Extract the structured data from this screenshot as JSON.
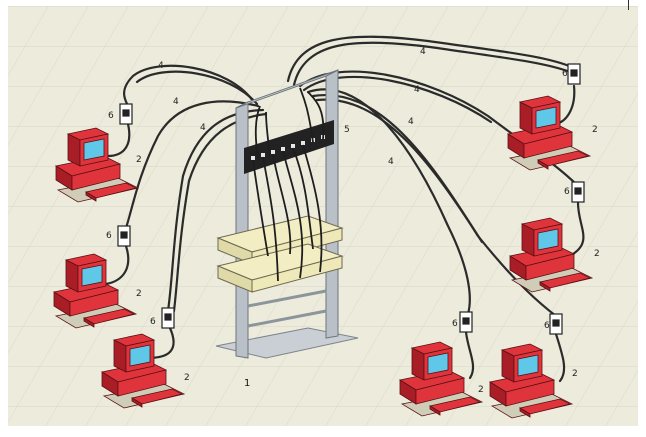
{
  "labels": {
    "rack": "1",
    "cable": "4",
    "outlet": "6",
    "computer": "2",
    "panel": "5"
  },
  "colors": {
    "background": "#ecebdc",
    "grid": "#d9d8c6",
    "computer_body": "#e0343c",
    "computer_shadow": "#a91e26",
    "screen": "#5fc8e8",
    "cable": "#2b2b2b",
    "rack": "#b9c0c7",
    "switch": "#efe8b8"
  },
  "icons": [
    "computer-icon",
    "wall-outlet-icon",
    "patch-panel-icon",
    "switch-icon",
    "rack-icon"
  ]
}
